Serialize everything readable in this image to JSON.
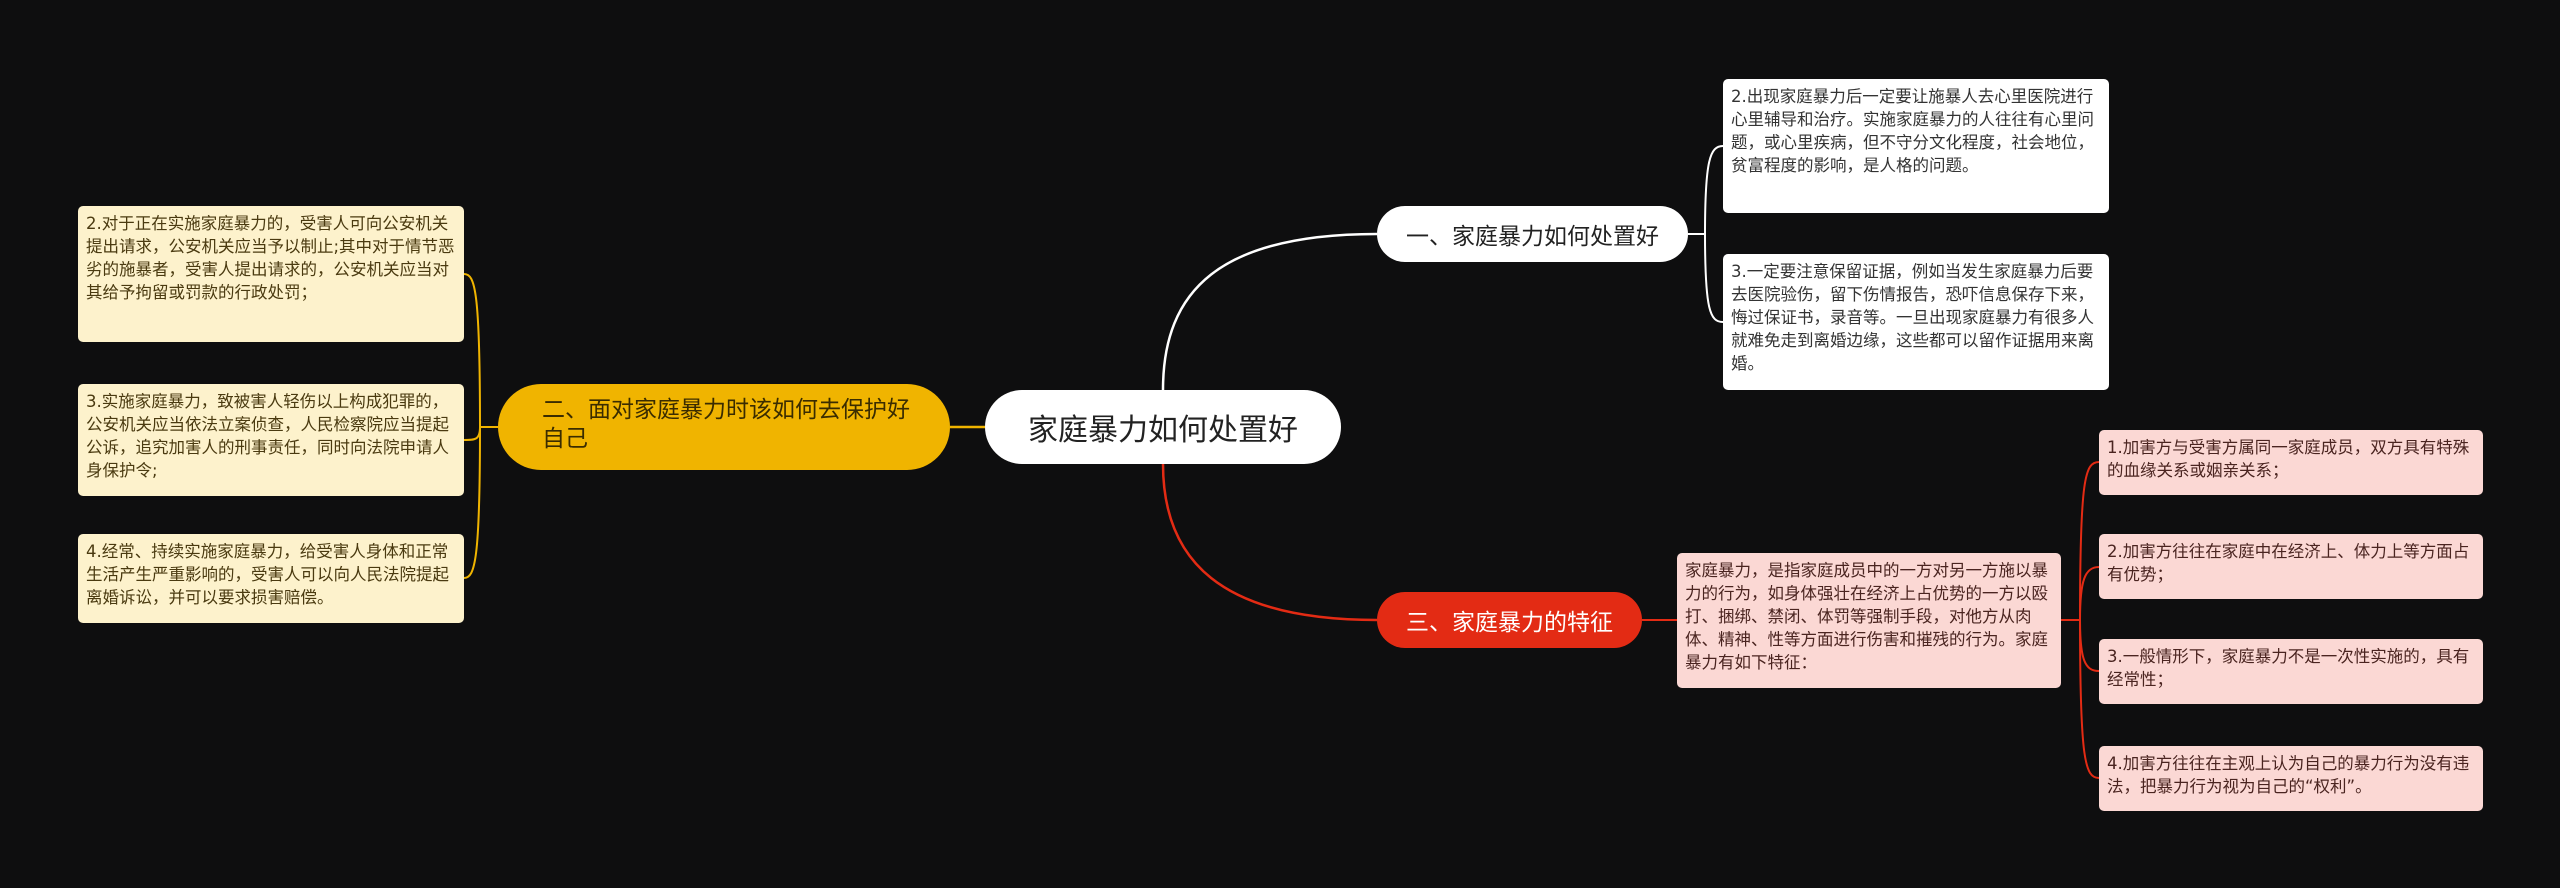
{
  "root": {
    "label": "家庭暴力如何处置好"
  },
  "branches": [
    {
      "label": "一、家庭暴力如何处置好",
      "color": "#ffffff",
      "children": [
        "2.出现家庭暴力后一定要让施暴人去心里医院进行心里辅导和治疗。实施家庭暴力的人往往有心里问题，或心里疾病，但不守分文化程度，社会地位，贫富程度的影响，是人格的问题。",
        "3.一定要注意保留证据，例如当发生家庭暴力后要去医院验伤，留下伤情报告，恐吓信息保存下来，悔过保证书，录音等。一旦出现家庭暴力有很多人就难免走到离婚边缘，这些都可以留作证据用来离婚。"
      ]
    },
    {
      "label": "二、面对家庭暴力时该如何去保护好自己",
      "color": "#f0b400",
      "children": [
        "2.对于正在实施家庭暴力的，受害人可向公安机关提出请求，公安机关应当予以制止;其中对于情节恶劣的施暴者，受害人提出请求的，公安机关应当对其给予拘留或罚款的行政处罚；",
        "3.实施家庭暴力，致被害人轻伤以上构成犯罪的，公安机关应当依法立案侦查，人民检察院应当提起公诉，追究加害人的刑事责任，同时向法院申请人身保护令;",
        "4.经常、持续实施家庭暴力，给受害人身体和正常生活产生严重影响的，受害人可以向人民法院提起离婚诉讼，并可以要求损害赔偿。"
      ]
    },
    {
      "label": "三、家庭暴力的特征",
      "color": "#e32b14",
      "intro": "家庭暴力，是指家庭成员中的一方对另一方施以暴力的行为，如身体强壮在经济上占优势的一方以殴打、捆绑、禁闭、体罚等强制手段，对他方从肉体、精神、性等方面进行伤害和摧残的行为。家庭暴力有如下特征：",
      "children": [
        "1.加害方与受害方属同一家庭成员，双方具有特殊的血缘关系或姻亲关系；",
        "2.加害方往往在家庭中在经济上、体力上等方面占有优势；",
        "3.一般情形下，家庭暴力不是一次性实施的，具有经常性；",
        "4.加害方往往在主观上认为自己的暴力行为没有违法，把暴力行为视为自己的“权利”。"
      ]
    }
  ]
}
